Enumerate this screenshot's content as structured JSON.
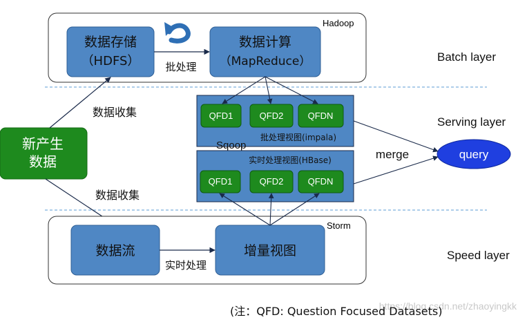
{
  "hadoop_label": "Hadoop",
  "storm_label": "Storm",
  "hdfs_box": {
    "line1": "数据存储",
    "line2": "（HDFS）"
  },
  "mapreduce_box": {
    "line1": "数据计算",
    "line2": "（MapReduce）"
  },
  "batch_process_label": "批处理",
  "collect_label_top": "数据收集",
  "collect_label_bottom": "数据收集",
  "source_box": {
    "line1": "新产生",
    "line2": "数据"
  },
  "batch_view": {
    "items": [
      "QFD1",
      "QFD2",
      "QFDN"
    ],
    "caption": "批处理视图(impala)"
  },
  "realtime_view": {
    "items": [
      "QFD1",
      "QFD2",
      "QFDN"
    ],
    "caption": "实时处理视图(HBase)"
  },
  "sqoop_label": "Sqoop",
  "merge_label": "merge",
  "query_label": "query",
  "stream_box": "数据流",
  "incremental_box": "增量视图",
  "realtime_process_label": "实时处理",
  "layers": {
    "batch": "Batch layer",
    "serving": "Serving layer",
    "speed": "Speed layer"
  },
  "footnote": "(注：QFD: Question Focused Datasets)",
  "watermark": "https://blog.csdn.net/zhaoyingkk",
  "colors": {
    "box_blue": "#4f87c4",
    "box_blue_stroke": "#2f5f95",
    "serving_blue": "#4f87c4",
    "qfd_green": "#1e8a1e",
    "source_green": "#1e8a1e",
    "query_blue": "#1f3fe0",
    "dashed_line": "#5b9bd5"
  }
}
